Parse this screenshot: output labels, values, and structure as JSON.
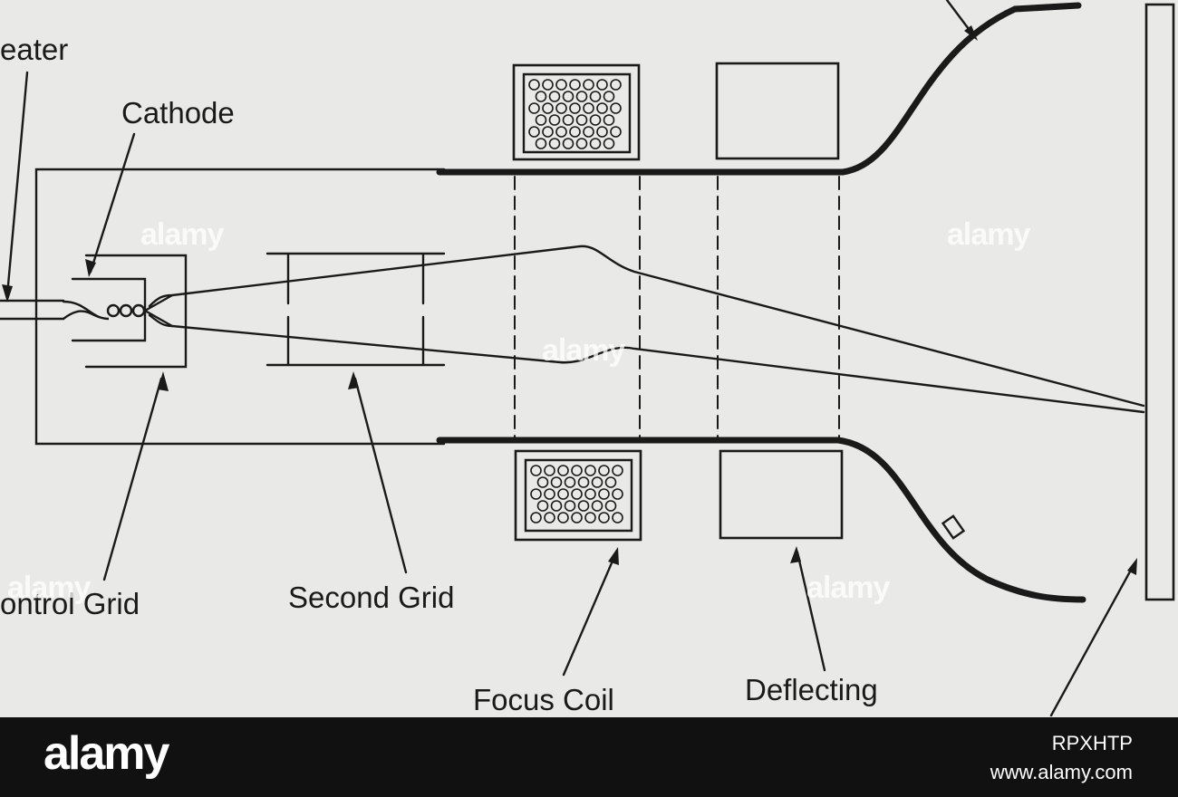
{
  "labels": {
    "heater": "eater",
    "cathode": "Cathode",
    "control_grid": "ontrol Grid",
    "second_grid": "Second Grid",
    "focus_coil": "Focus Coil",
    "deflecting": "Deflecting"
  },
  "watermark": "alamy",
  "footer": {
    "logo": "alamy",
    "image_id": "RPXHTP",
    "site": "www.alamy.com"
  }
}
